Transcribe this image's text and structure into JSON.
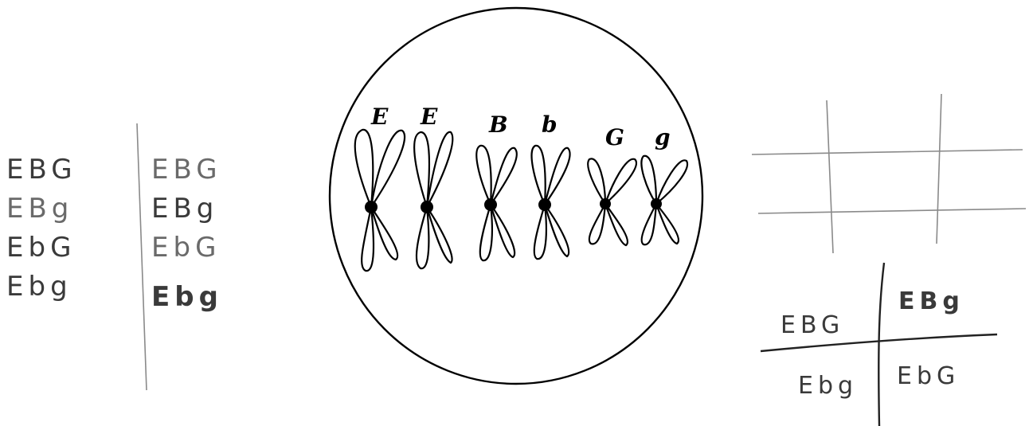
{
  "left_list": {
    "column1": [
      "EBG",
      "EBg",
      "EbG",
      "Ebg"
    ],
    "column2": [
      "EBG",
      "EBg",
      "EbG",
      "Ebg"
    ]
  },
  "cell_diagram": {
    "alleles": [
      "E",
      "E",
      "B",
      "b",
      "G",
      "g"
    ]
  },
  "punnett_square": {
    "top_left": "EBG",
    "top_right": "EBg",
    "bottom_left": "Ebg",
    "bottom_right": "EbG"
  }
}
